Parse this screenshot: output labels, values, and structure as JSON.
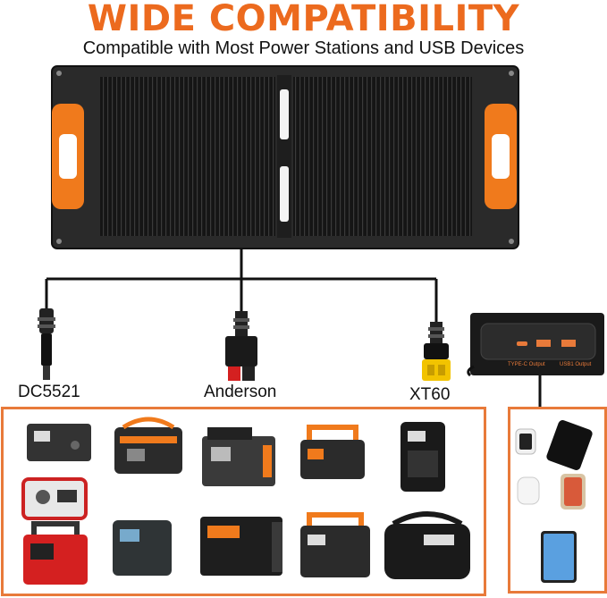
{
  "header": {
    "title": "WIDE COMPATIBILITY",
    "subtitle": "Compatible with Most Power Stations and USB Devices"
  },
  "connectors": [
    {
      "label": "DC5521"
    },
    {
      "label": "Anderson"
    },
    {
      "label": "XT60"
    }
  ],
  "usb_port_labels": [
    "TYPE-C Output",
    "USB1 Output"
  ],
  "colors": {
    "accent": "#ec6a1e",
    "panel": "#1a1a1a",
    "frame_border": "#e87a3a"
  }
}
